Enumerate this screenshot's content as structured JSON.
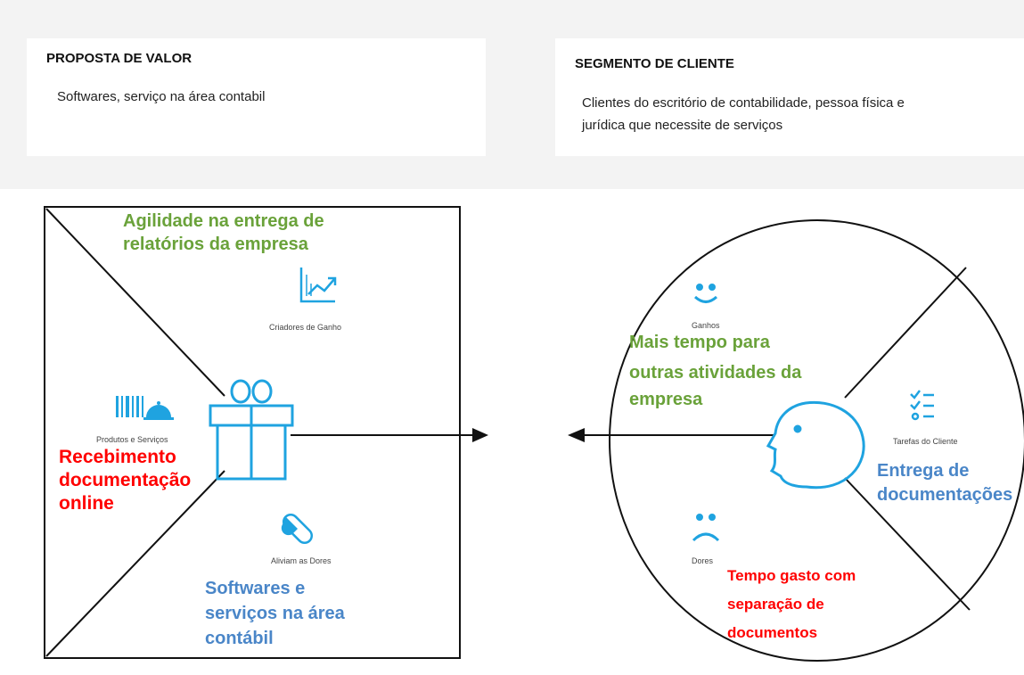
{
  "proposta": {
    "title": "PROPOSTA DE VALOR",
    "text": "Softwares, serviço na área contabil"
  },
  "segmento": {
    "title": "SEGMENTO DE CLIENTE",
    "line1": "Clientes do escritório de contabilidade, pessoa física e",
    "line2": "jurídica que necessite de serviços"
  },
  "square": {
    "gain_creators": {
      "label": "Criadores de Ganho",
      "note_line1": "Agilidade na entrega de",
      "note_line2": "relatórios da empresa",
      "icon": "growth-chart-icon"
    },
    "products": {
      "label": "Produtos e Serviços",
      "note_line1": "Recebimento",
      "note_line2": "documentação",
      "note_line3": "online",
      "icon": "barcode-bell-icon"
    },
    "pain_relievers": {
      "label": "Aliviam as Dores",
      "note_line1": "Softwares e",
      "note_line2": "serviços na área",
      "note_line3": "contábil",
      "icon": "pill-icon"
    },
    "center_icon": "gift-icon"
  },
  "circle": {
    "gains": {
      "label": "Ganhos",
      "note_line1": "Mais tempo para",
      "note_line2": "outras atividades da",
      "note_line3": "empresa",
      "icon": "smile-icon"
    },
    "jobs": {
      "label": "Tarefas do Cliente",
      "note_line1": "Entrega de",
      "note_line2": "documentações",
      "icon": "checklist-icon"
    },
    "pains": {
      "label": "Dores",
      "note_line1": "Tempo gasto com",
      "note_line2": "separação de",
      "note_line3": "documentos",
      "icon": "sad-face-icon"
    },
    "center_icon": "customer-face-icon"
  },
  "colors": {
    "green": "#6aa23a",
    "red": "#ff0000",
    "blue": "#4a86c8",
    "icon_blue": "#1fa3e0"
  }
}
